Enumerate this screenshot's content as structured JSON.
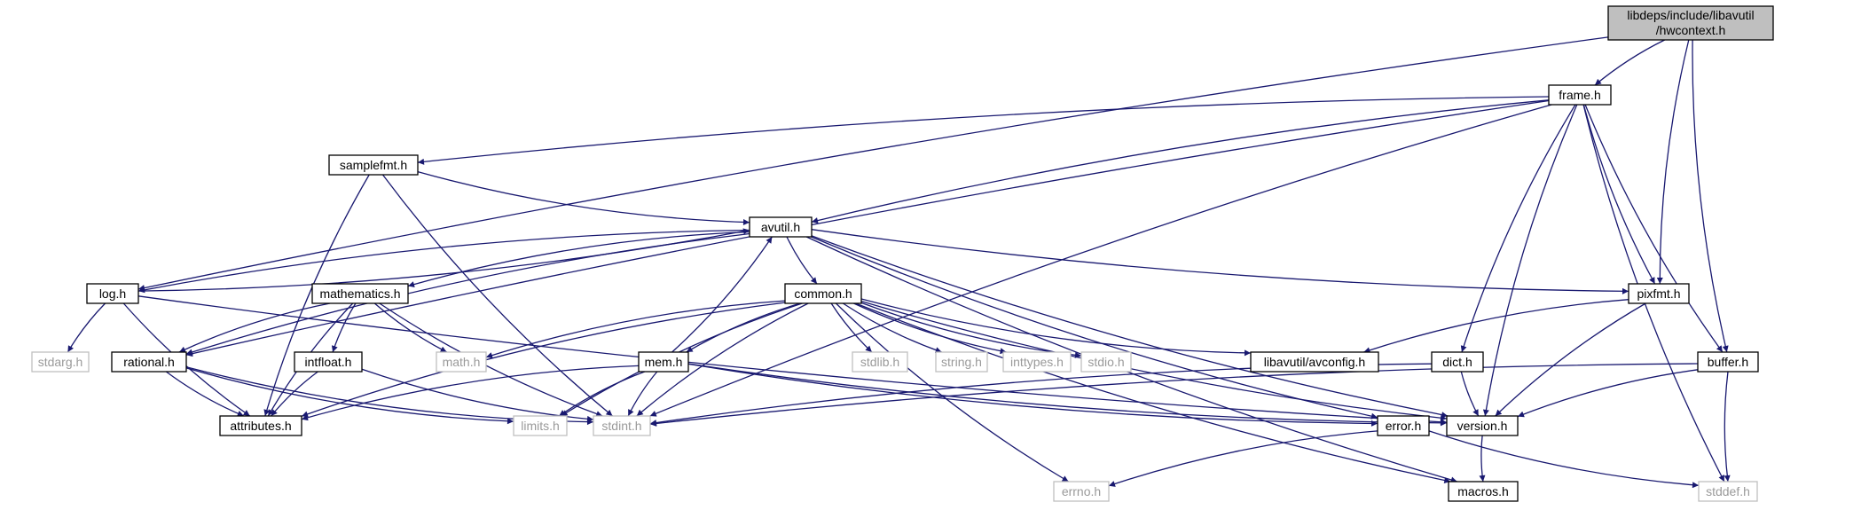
{
  "title_lines": [
    "libdeps/include/libavutil",
    "/hwcontext.h"
  ],
  "nodes": {
    "hwcontext": "libdeps/include/libavutil/hwcontext.h",
    "frame": "frame.h",
    "samplefmt": "samplefmt.h",
    "avutil": "avutil.h",
    "log": "log.h",
    "mathematics": "mathematics.h",
    "common": "common.h",
    "pixfmt": "pixfmt.h",
    "buffer": "buffer.h",
    "dict": "dict.h",
    "rational": "rational.h",
    "intfloat": "intfloat.h",
    "mem": "mem.h",
    "avconfig": "libavutil/avconfig.h",
    "attributes": "attributes.h",
    "version": "version.h",
    "error": "error.h",
    "macros": "macros.h",
    "stdarg": "stdarg.h",
    "math": "math.h",
    "stdlib": "stdlib.h",
    "string": "string.h",
    "inttypes": "inttypes.h",
    "stdio": "stdio.h",
    "limits": "limits.h",
    "stdint": "stdint.h",
    "errno": "errno.h",
    "stddef": "stddef.h"
  },
  "external_nodes": [
    "stdarg",
    "math",
    "stdlib",
    "string",
    "inttypes",
    "stdio",
    "limits",
    "stdint",
    "errno",
    "stddef"
  ],
  "edges": [
    [
      "hwcontext",
      "frame"
    ],
    [
      "hwcontext",
      "log"
    ],
    [
      "hwcontext",
      "pixfmt"
    ],
    [
      "hwcontext",
      "buffer"
    ],
    [
      "frame",
      "samplefmt"
    ],
    [
      "frame",
      "avutil"
    ],
    [
      "frame",
      "rational"
    ],
    [
      "frame",
      "stdint"
    ],
    [
      "frame",
      "dict"
    ],
    [
      "frame",
      "version"
    ],
    [
      "frame",
      "pixfmt"
    ],
    [
      "frame",
      "buffer"
    ],
    [
      "frame",
      "stddef"
    ],
    [
      "samplefmt",
      "avutil"
    ],
    [
      "samplefmt",
      "attributes"
    ],
    [
      "samplefmt",
      "stdint"
    ],
    [
      "avutil",
      "common"
    ],
    [
      "avutil",
      "mathematics"
    ],
    [
      "avutil",
      "log"
    ],
    [
      "avutil",
      "rational"
    ],
    [
      "avutil",
      "pixfmt"
    ],
    [
      "avutil",
      "error"
    ],
    [
      "avutil",
      "version"
    ],
    [
      "avutil",
      "macros"
    ],
    [
      "log",
      "avutil"
    ],
    [
      "log",
      "attributes"
    ],
    [
      "log",
      "stdarg"
    ],
    [
      "log",
      "version"
    ],
    [
      "mathematics",
      "rational"
    ],
    [
      "mathematics",
      "intfloat"
    ],
    [
      "mathematics",
      "attributes"
    ],
    [
      "mathematics",
      "math"
    ],
    [
      "mathematics",
      "stdint"
    ],
    [
      "common",
      "mem"
    ],
    [
      "common",
      "attributes"
    ],
    [
      "common",
      "math"
    ],
    [
      "common",
      "stdlib"
    ],
    [
      "common",
      "string"
    ],
    [
      "common",
      "inttypes"
    ],
    [
      "common",
      "stdio"
    ],
    [
      "common",
      "avconfig"
    ],
    [
      "common",
      "limits"
    ],
    [
      "common",
      "stdint"
    ],
    [
      "common",
      "errno"
    ],
    [
      "common",
      "macros"
    ],
    [
      "common",
      "version"
    ],
    [
      "mem",
      "avutil"
    ],
    [
      "mem",
      "attributes"
    ],
    [
      "mem",
      "limits"
    ],
    [
      "mem",
      "stdint"
    ],
    [
      "mem",
      "error"
    ],
    [
      "mem",
      "version"
    ],
    [
      "rational",
      "attributes"
    ],
    [
      "rational",
      "limits"
    ],
    [
      "rational",
      "stdint"
    ],
    [
      "intfloat",
      "attributes"
    ],
    [
      "intfloat",
      "stdint"
    ],
    [
      "pixfmt",
      "avconfig"
    ],
    [
      "pixfmt",
      "version"
    ],
    [
      "dict",
      "stdint"
    ],
    [
      "dict",
      "version"
    ],
    [
      "buffer",
      "stdint"
    ],
    [
      "buffer",
      "version"
    ],
    [
      "buffer",
      "stddef"
    ],
    [
      "version",
      "macros"
    ],
    [
      "error",
      "errno"
    ],
    [
      "error",
      "stddef"
    ]
  ]
}
